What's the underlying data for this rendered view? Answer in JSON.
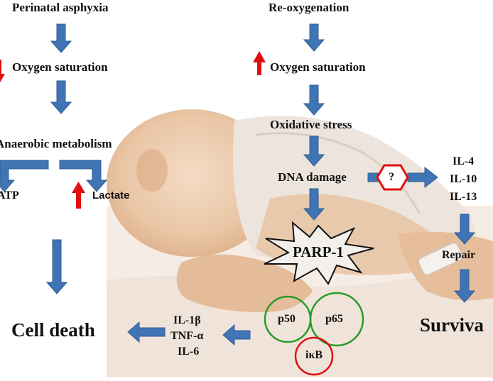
{
  "colors": {
    "arrow_blue": "#3f74b5",
    "arrow_red": "#e01010",
    "green_circle": "#2a9a2a",
    "red_shape": "#e01010",
    "photo_tint": "#e8c6a6"
  },
  "left": {
    "asphyxia": "Perinatal asphyxia",
    "oxygen_saturation": "Oxygen saturation",
    "anaerobic": "Anaerobic metabolism",
    "atp": "ATP",
    "lactate": "Lactate",
    "cell_death": "Cell death"
  },
  "center": {
    "reoxygenation": "Re-oxygenation",
    "oxygen_saturation": "Oxygen saturation",
    "oxidative_stress": "Oxidative stress",
    "dna_damage": "DNA damage",
    "parp1": "PARP-1",
    "p50": "p50",
    "p65": "p65",
    "ikb": "iκB",
    "question": "?"
  },
  "cytokines_pro": [
    "IL-1β",
    "TNF-α",
    "IL-6"
  ],
  "cytokines_anti": [
    "IL-4",
    "IL-10",
    "IL-13"
  ],
  "right": {
    "repair": "Repair",
    "survival": "Surviva"
  },
  "background_image": "newborn-infant-photo"
}
